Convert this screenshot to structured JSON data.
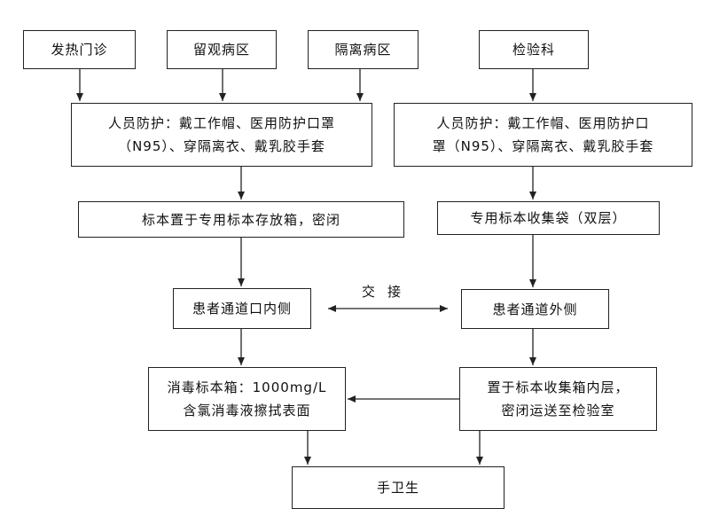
{
  "nodes": {
    "fever_clinic": "发热门诊",
    "observation_ward": "留观病区",
    "isolation_ward": "隔离病区",
    "laboratory": "检验科",
    "protection_left": [
      "人员防护：戴工作帽、医用防护口罩",
      "（N95）、穿隔离衣、戴乳胶手套"
    ],
    "protection_right": [
      "人员防护：戴工作帽、医用防护口",
      "罩（N95）、穿隔离衣、戴乳胶手套"
    ],
    "specimen_box": "标本置于专用标本存放箱，密闭",
    "specimen_bag": "专用标本收集袋（双层）",
    "inner_side": "患者通道口内侧",
    "outer_side": "患者通道外侧",
    "disinfect": [
      "消毒标本箱：1000mg/L",
      "含氯消毒液擦拭表面"
    ],
    "transport": [
      "置于标本收集箱内层，",
      "密闭运送至检验室"
    ],
    "hand_hygiene": "手卫生"
  },
  "edges": {
    "handover_label": "交接"
  }
}
